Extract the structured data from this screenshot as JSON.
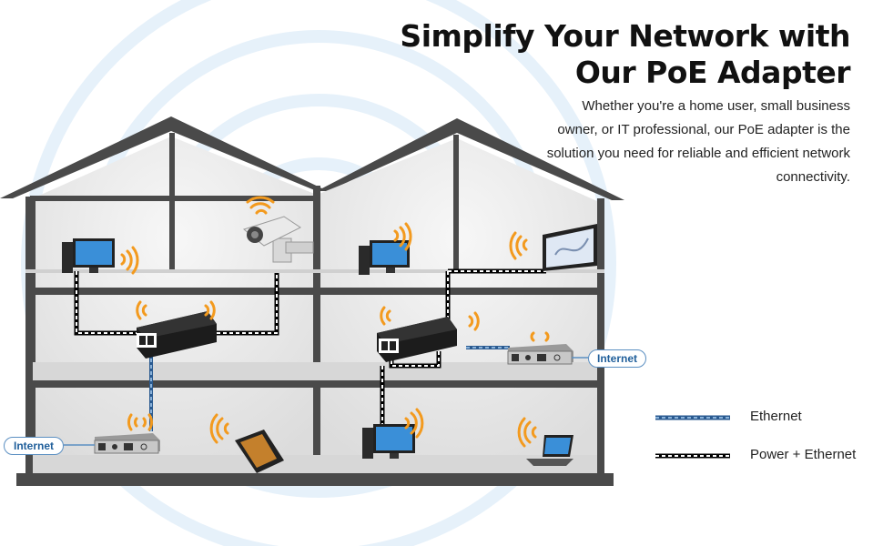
{
  "headline": {
    "line1": "Simplify Your Network with",
    "line2": "Our PoE Adapter"
  },
  "description": "Whether you're a home user, small business owner, or IT professional, our PoE adapter is the solution you need for reliable and efficient network connectivity.",
  "legend": {
    "ethernet_label": "Ethernet",
    "power_ethernet_label": "Power + Ethernet"
  },
  "labels": {
    "internet_left": "Internet",
    "internet_right": "Internet"
  },
  "colors": {
    "wall": "#4a4a4a",
    "room": "#ebebeb",
    "wifi": "#f39a1e",
    "ethernet": "#4a86c8",
    "background_waves": "#e6f1fa"
  },
  "icons": {
    "camera": "security-camera-icon",
    "tv": "tv-icon",
    "desktop": "desktop-computer-icon",
    "laptop": "laptop-icon",
    "phone": "smartphone-icon",
    "router": "router-icon",
    "poe": "poe-adapter-icon",
    "wifi": "wifi-signal-icon"
  }
}
